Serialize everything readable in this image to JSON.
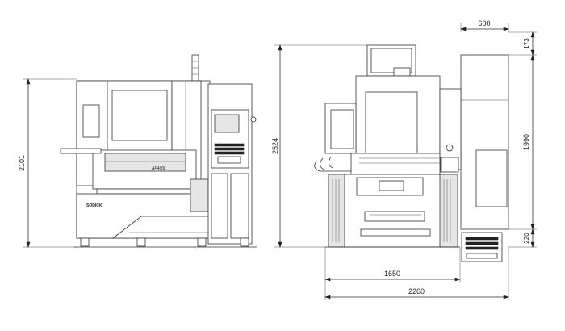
{
  "drawing": {
    "dimensions": {
      "front_height": "2101",
      "side_height": "2524",
      "side_top_width": "600",
      "side_top_offset": "173",
      "side_body_height": "1990",
      "side_bottom_offset": "220",
      "side_base_width": "1650",
      "side_total_width": "2260"
    },
    "front_badge": "AP400L",
    "brand_logo": "SODICK"
  }
}
